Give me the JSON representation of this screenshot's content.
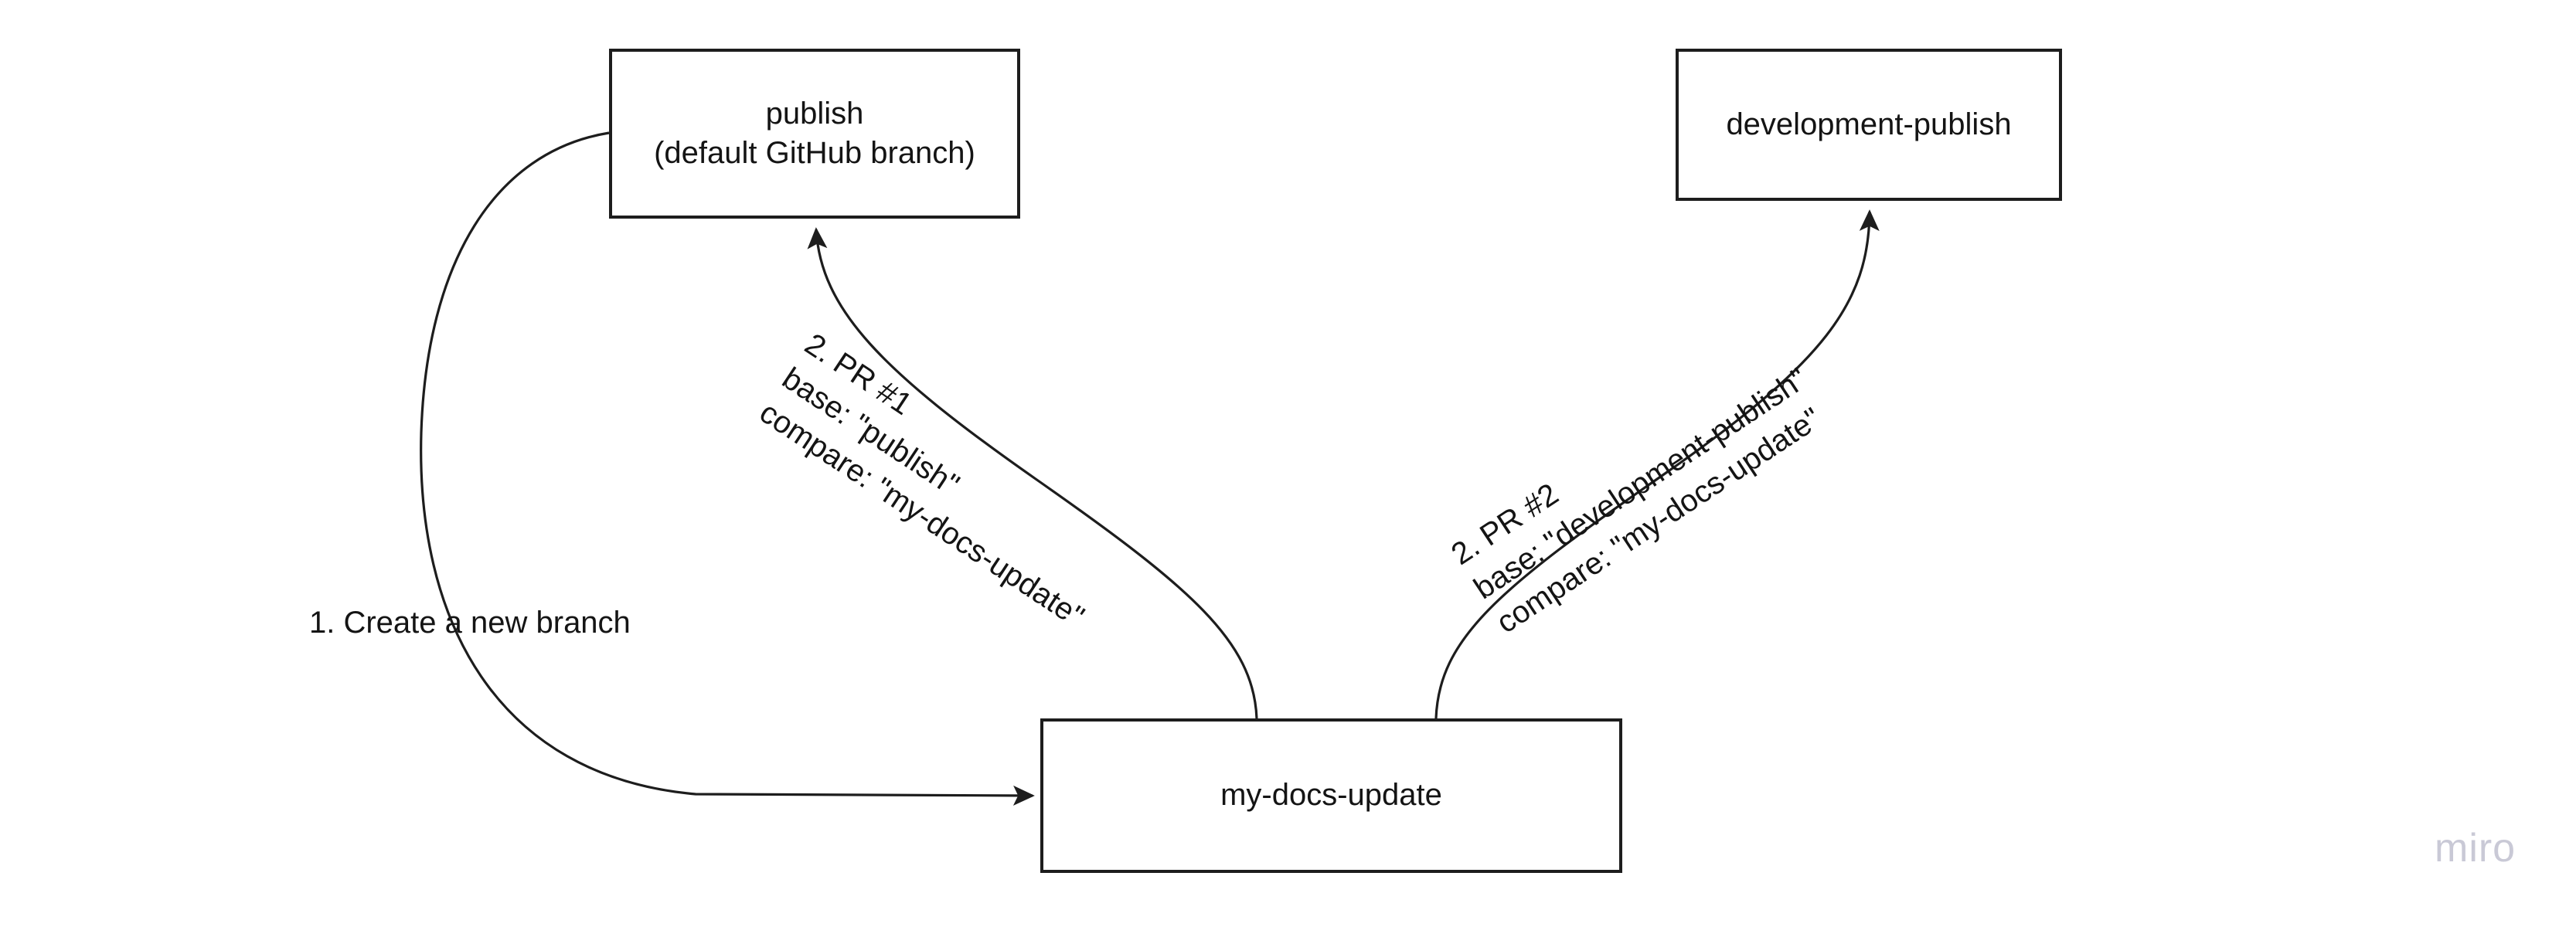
{
  "diagram": {
    "background_color": "#ffffff",
    "stroke_color": "#1d1d1d",
    "text_color": "#141414",
    "nodes": [
      {
        "id": "publish",
        "label": "publish\n(default GitHub branch)",
        "line1": "publish",
        "line2": "(default GitHub branch)"
      },
      {
        "id": "development-publish",
        "label": "development-publish"
      },
      {
        "id": "my-docs-update",
        "label": "my-docs-update"
      }
    ],
    "edges": [
      {
        "id": "create-branch",
        "from": "publish",
        "to": "my-docs-update",
        "label": "1. Create a new branch",
        "arrowhead": "to"
      },
      {
        "id": "pr1",
        "from": "my-docs-update",
        "to": "publish",
        "label": "2. PR #1\nbase: \"publish\"\ncompare: \"my-docs-update\"",
        "line1": "2. PR #1",
        "line2": "base: \"publish\"",
        "line3": "compare: \"my-docs-update\"",
        "arrowhead": "to"
      },
      {
        "id": "pr2",
        "from": "my-docs-update",
        "to": "development-publish",
        "label": "2. PR #2\nbase: \"development-publish\"\ncompare: \"my-docs-update\"",
        "line1": "2. PR #2",
        "line2": "base: \"development-publish\"",
        "line3": "compare: \"my-docs-update\"",
        "arrowhead": "to"
      }
    ]
  },
  "watermark": {
    "text": "miro",
    "color": "#c9c9d6"
  }
}
